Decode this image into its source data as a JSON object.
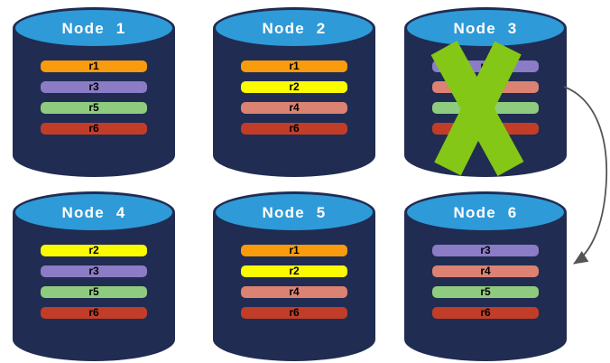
{
  "colors": {
    "cyl_body": "#202C52",
    "cyl_top": "#2E9AD8",
    "title_text": "#FFFFFF",
    "bar_text": "#000000",
    "x_mark": "#84C716",
    "arrow": "#555555",
    "background": "#FFFFFF",
    "replica_palette": {
      "r1": "#F89C0D",
      "r2": "#FBFB00",
      "r3": "#8B7CC5",
      "r4": "#DB8272",
      "r5": "#8FCB7E",
      "r6": "#C23D28"
    }
  },
  "nodes": [
    {
      "label": "Node 1",
      "failed": false,
      "replicas": [
        {
          "id": "r1",
          "color": "#F89C0D"
        },
        {
          "id": "r3",
          "color": "#8B7CC5"
        },
        {
          "id": "r5",
          "color": "#8FCB7E"
        },
        {
          "id": "r6",
          "color": "#C23D28"
        }
      ]
    },
    {
      "label": "Node 2",
      "failed": false,
      "replicas": [
        {
          "id": "r1",
          "color": "#F89C0D"
        },
        {
          "id": "r2",
          "color": "#FBFB00"
        },
        {
          "id": "r4",
          "color": "#DB8272"
        },
        {
          "id": "r6",
          "color": "#C23D28"
        }
      ]
    },
    {
      "label": "Node 3",
      "failed": true,
      "replicas": [
        {
          "id": "r3",
          "color": "#8B7CC5"
        },
        {
          "id": "r4",
          "color": "#DB8272"
        },
        {
          "id": "r5",
          "color": "#8FCB7E"
        },
        {
          "id": "r6",
          "color": "#C23D28"
        }
      ]
    },
    {
      "label": "Node 4",
      "failed": false,
      "replicas": [
        {
          "id": "r2",
          "color": "#FBFB00"
        },
        {
          "id": "r3",
          "color": "#8B7CC5"
        },
        {
          "id": "r5",
          "color": "#8FCB7E"
        },
        {
          "id": "r6",
          "color": "#C23D28"
        }
      ]
    },
    {
      "label": "Node 5",
      "failed": false,
      "replicas": [
        {
          "id": "r1",
          "color": "#F89C0D"
        },
        {
          "id": "r2",
          "color": "#FBFB00"
        },
        {
          "id": "r4",
          "color": "#DB8272"
        },
        {
          "id": "r6",
          "color": "#C23D28"
        }
      ]
    },
    {
      "label": "Node 6",
      "failed": false,
      "replicas": [
        {
          "id": "r3",
          "color": "#8B7CC5"
        },
        {
          "id": "r4",
          "color": "#DB8272"
        },
        {
          "id": "r5",
          "color": "#8FCB7E"
        },
        {
          "id": "r6",
          "color": "#C23D28"
        }
      ]
    }
  ],
  "annotations": {
    "failure_x_on": "Node 3",
    "arrow": {
      "from": "Node 3",
      "to": "Node 6"
    }
  }
}
